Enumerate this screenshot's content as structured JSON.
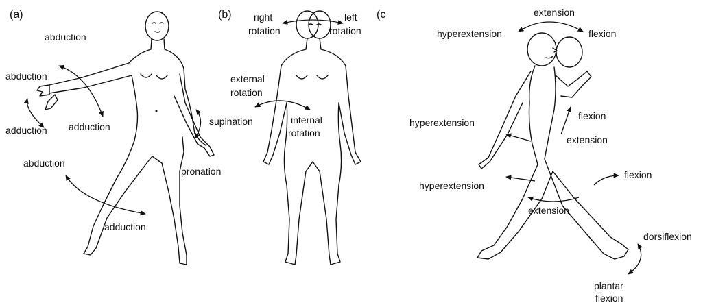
{
  "panels": [
    {
      "id": "a",
      "label": "(a)",
      "annotations": {
        "arm_abduction": "abduction",
        "hand_abduction": "abduction",
        "hand_adduction": "adduction",
        "arm_adduction": "adduction",
        "leg_abduction": "abduction",
        "leg_adduction": "adduction",
        "supination": "supination",
        "pronation": "pronation"
      }
    },
    {
      "id": "b",
      "label": "(b)",
      "annotations": {
        "right_rotation_1": "right",
        "right_rotation_2": "rotation",
        "left_rotation_1": "left",
        "left_rotation_2": "rotation",
        "external_rotation_1": "external",
        "external_rotation_2": "rotation",
        "internal_rotation_1": "internal",
        "internal_rotation_2": "rotation"
      }
    },
    {
      "id": "c",
      "label": "(c",
      "annotations": {
        "neck_extension": "extension",
        "neck_hyperextension": "hyperextension",
        "neck_flexion": "flexion",
        "arm_hyperextension": "hyperextension",
        "arm_flexion": "flexion",
        "arm_extension": "extension",
        "hip_hyperextension": "hyperextension",
        "hip_flexion": "flexion",
        "hip_extension": "extension",
        "dorsiflexion": "dorsiflexion",
        "plantar_1": "plantar",
        "plantar_2": "flexion"
      }
    }
  ]
}
